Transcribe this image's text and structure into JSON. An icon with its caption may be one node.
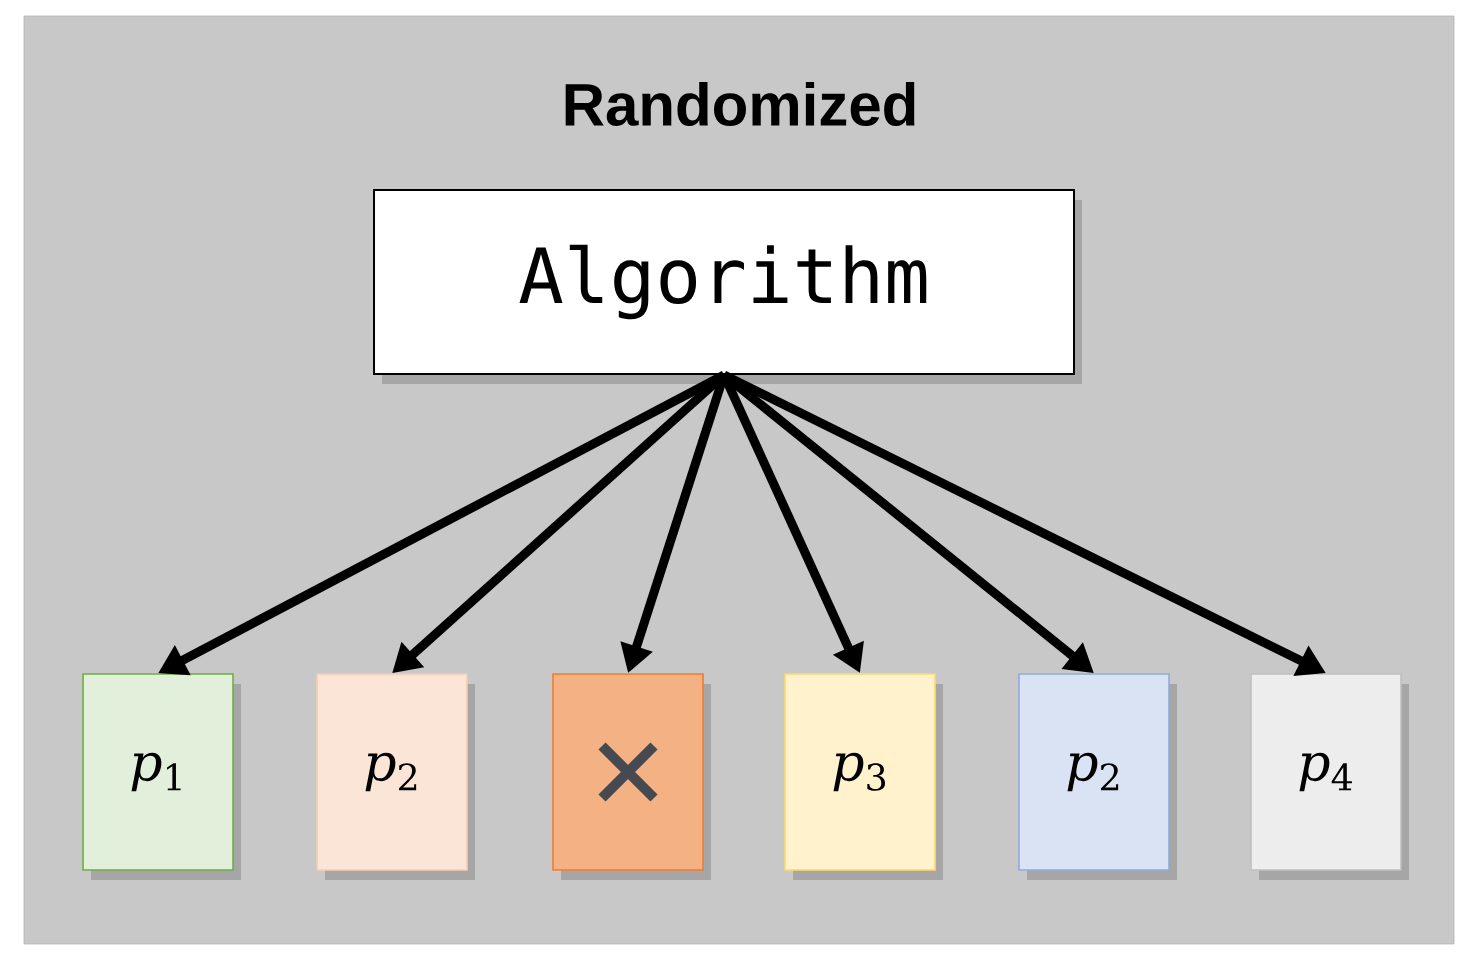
{
  "diagram": {
    "title": "Randomized",
    "nodes": [
      {
        "text": [
          "Algorithm"
        ]
      },
      {
        "text": [
          "*p*$_{1}$"
        ]
      },
      {
        "text": [
          "*p*$_{2}$"
        ]
      },
      {
        "text": [],
        "shape": "box"
      },
      {
        "text": [
          "*p*$_{3}$"
        ]
      },
      {
        "text": [
          "*p*$_{2}$"
        ]
      },
      {
        "text": [
          "*p*$_{4}$"
        ]
      }
    ],
    "edges": [
      {
        "from": 0,
        "to": 1,
        "arrow": "to"
      },
      {
        "from": 0,
        "to": 2,
        "arrow": "to"
      },
      {
        "from": 0,
        "to": 3,
        "arrow": "to"
      },
      {
        "from": 0,
        "to": 4,
        "arrow": "to"
      },
      {
        "from": 0,
        "to": 5,
        "arrow": "to"
      },
      {
        "from": 0,
        "to": 6,
        "arrow": "to"
      }
    ]
  }
}
